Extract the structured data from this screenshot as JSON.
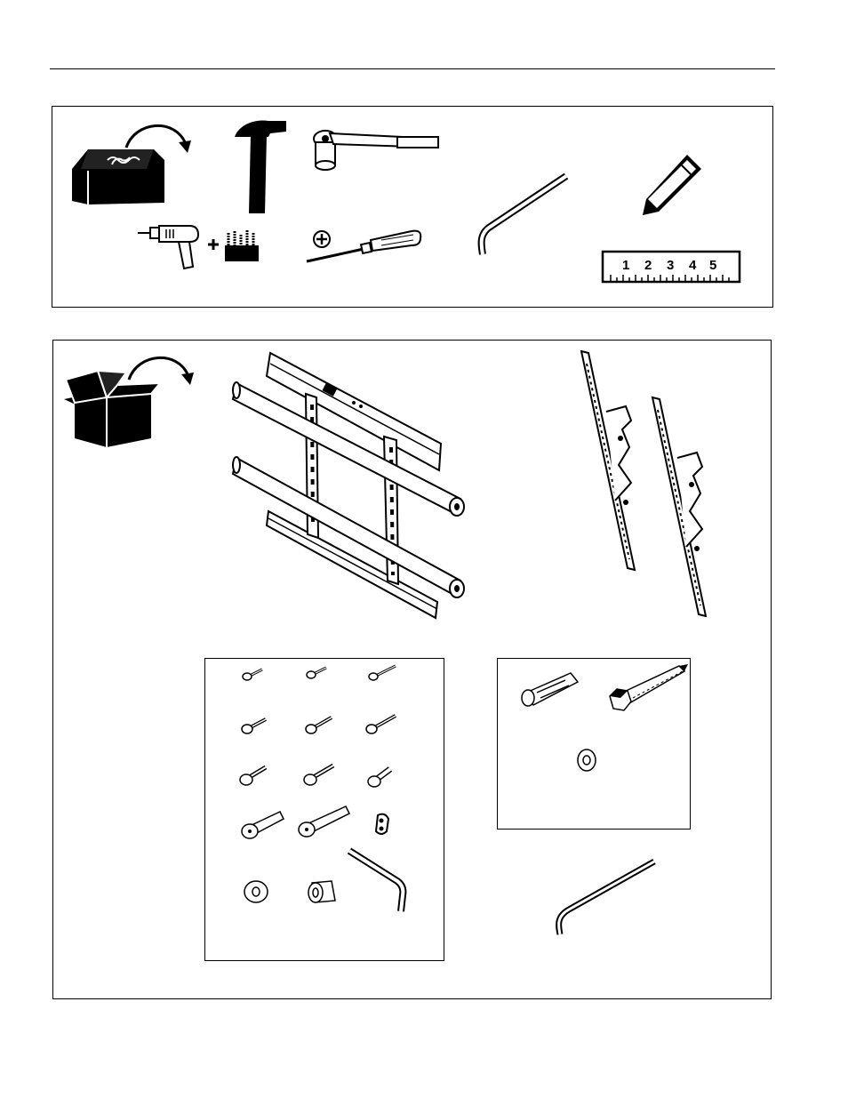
{
  "ruler": {
    "numbers": [
      "1",
      "2",
      "3",
      "4",
      "5"
    ]
  },
  "icons": {
    "tools": [
      "toolbox-icon",
      "rotate-arrow-icon",
      "hammer-icon",
      "socket-wrench-icon",
      "hex-key-icon",
      "pencil-icon",
      "drill-icon",
      "plus-icon",
      "drill-bits-icon",
      "phillips-symbol-icon",
      "screwdriver-icon",
      "ruler-icon"
    ],
    "parts": [
      "box-icon",
      "rotate-arrow-icon",
      "wall-plate-icon",
      "tilt-bracket-icon",
      "screw-icon",
      "washer-icon",
      "spacer-icon",
      "safety-clip-icon",
      "hex-key-icon",
      "wall-anchor-icon",
      "lag-bolt-icon"
    ]
  }
}
